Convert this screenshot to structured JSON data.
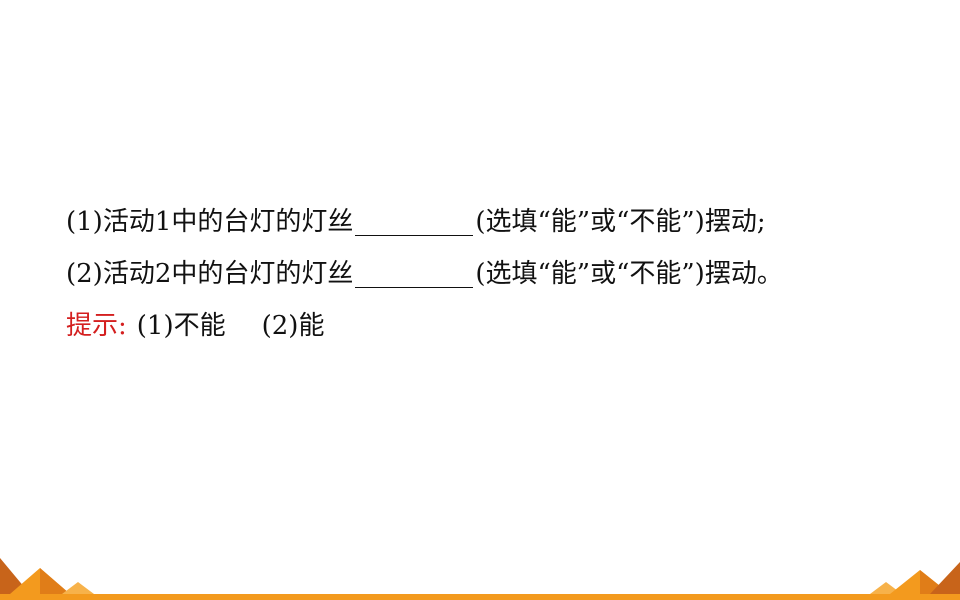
{
  "question": {
    "line1": {
      "before": "(1)活动1中的台灯的灯丝",
      "after": "(选填“能”或“不能”)摆动;"
    },
    "line2": {
      "before": "(2)活动2中的台灯的灯丝",
      "after": "(选填“能”或“不能”)摆动。"
    }
  },
  "hint": {
    "label": "提示:",
    "answer1": "(1)不能",
    "answer2": "(2)能"
  },
  "colors": {
    "hint_label": "#d41f1f",
    "decoration_orange": "#f39a1e",
    "decoration_dark": "#c8641a"
  }
}
